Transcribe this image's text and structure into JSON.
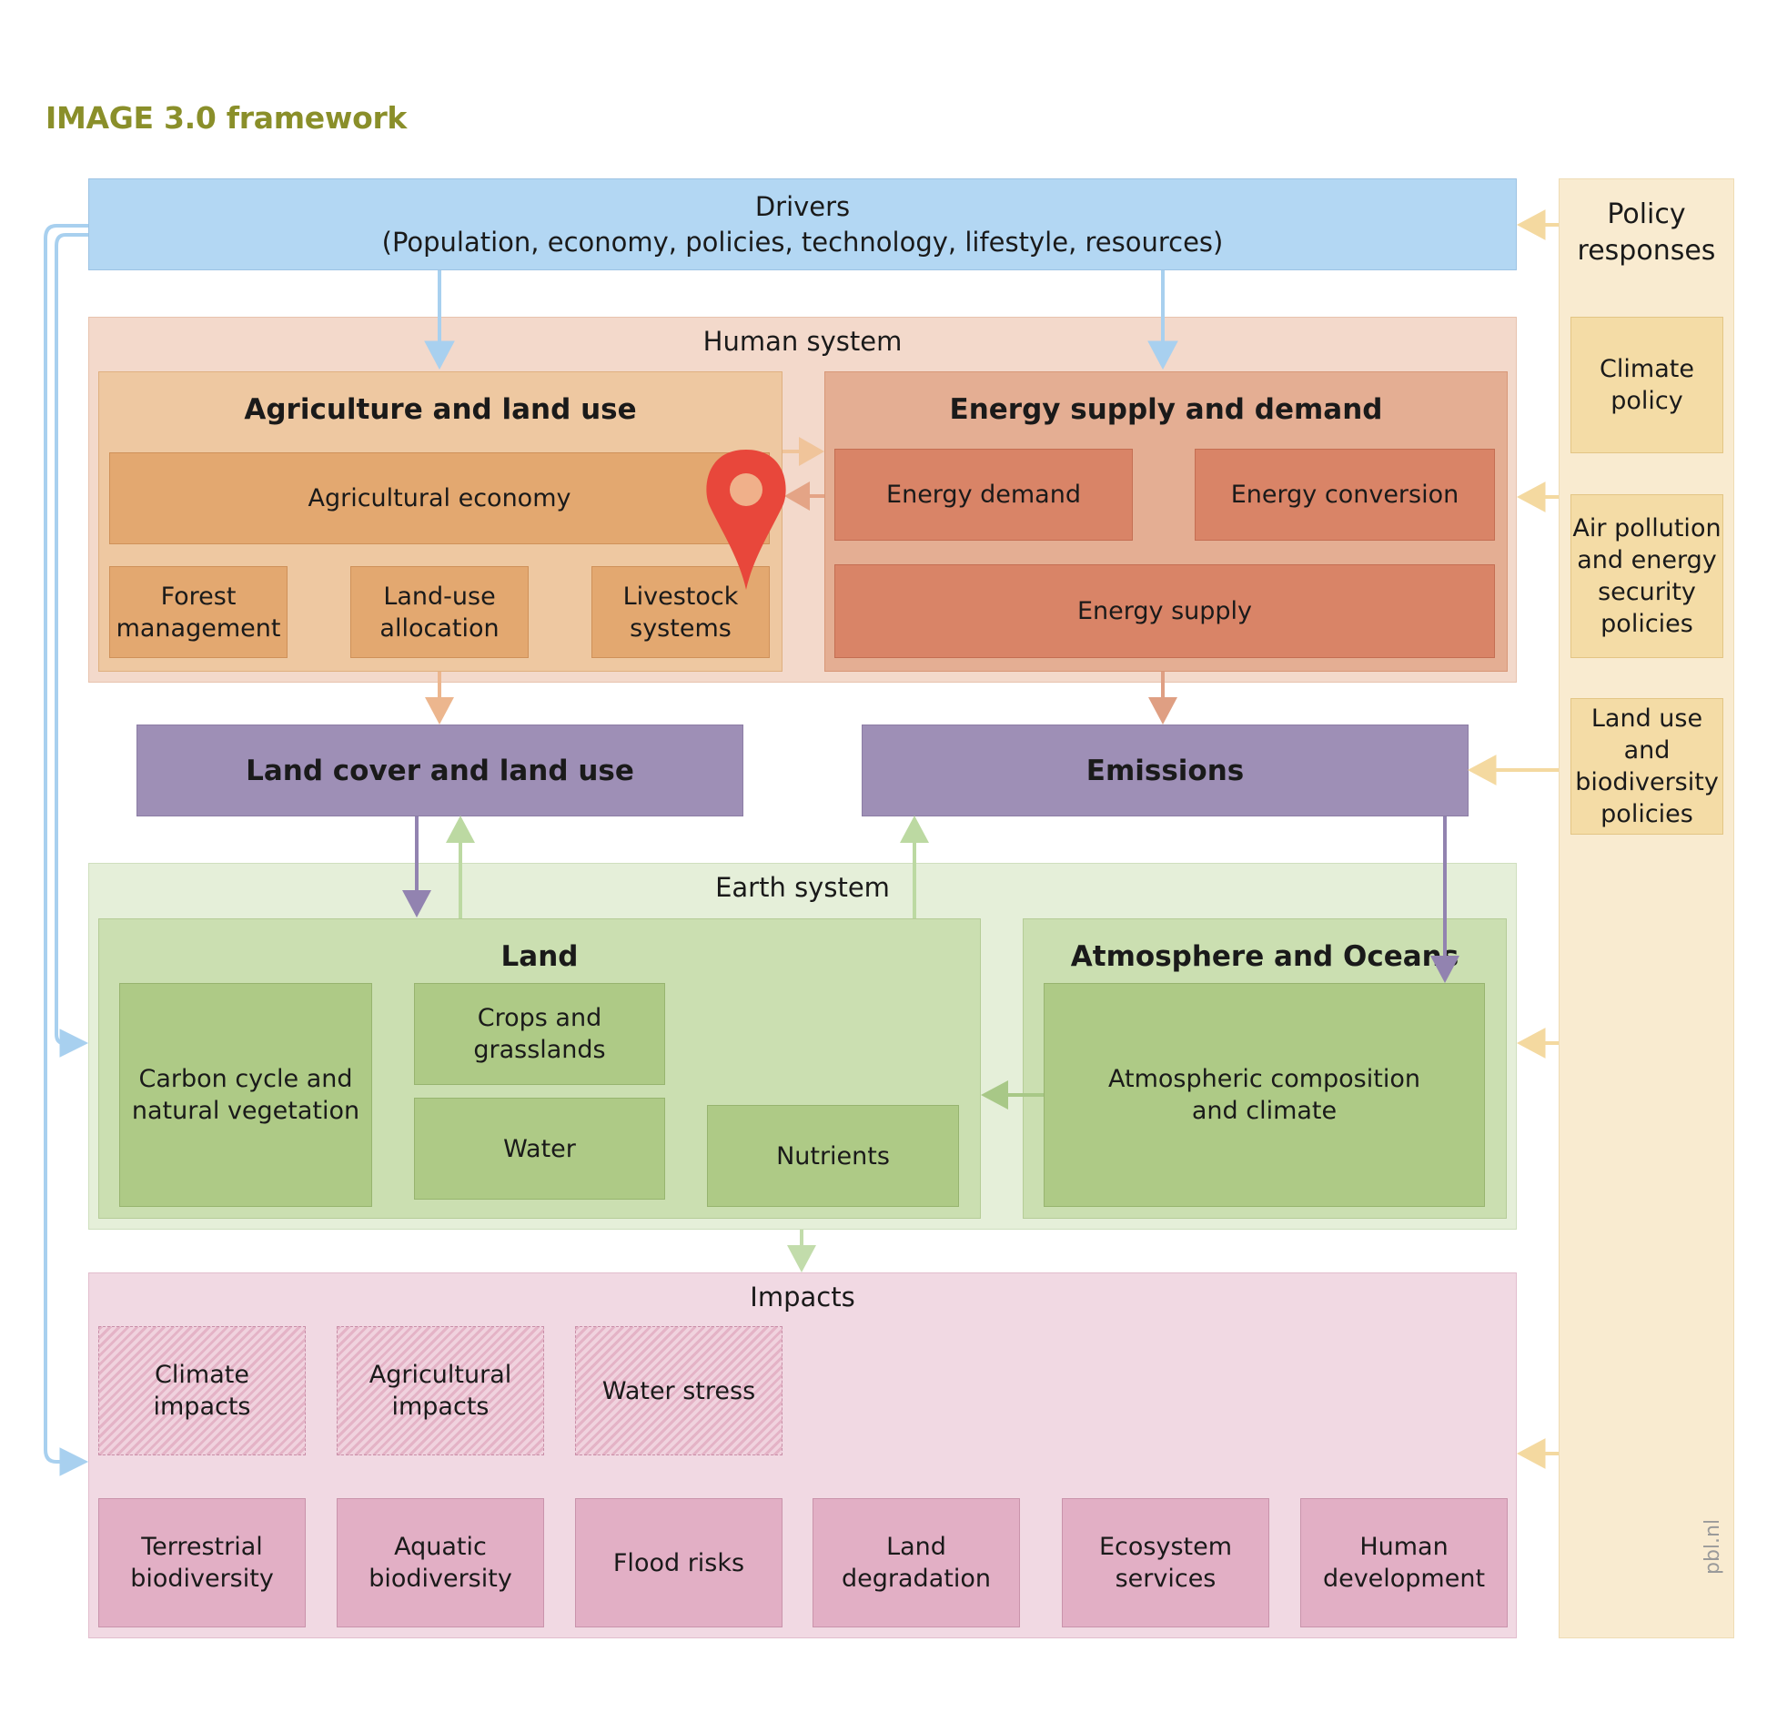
{
  "title": "IMAGE 3.0 framework",
  "drivers": {
    "line1": "Drivers",
    "line2": "(Population, economy, policies, technology, lifestyle, resources)"
  },
  "human_system": {
    "label": "Human system",
    "agriculture": {
      "title": "Agriculture and land use",
      "economy": "Agricultural economy",
      "forest": "Forest\nmanagement",
      "landuse_alloc": "Land-use\nallocation",
      "livestock": "Livestock\nsystems"
    },
    "energy": {
      "title": "Energy supply and demand",
      "demand": "Energy demand",
      "conversion": "Energy conversion",
      "supply": "Energy supply"
    }
  },
  "land_cover": "Land cover and land use",
  "emissions": "Emissions",
  "earth_system": {
    "label": "Earth system",
    "land": {
      "title": "Land",
      "carbon": "Carbon cycle and\nnatural vegetation",
      "crops": "Crops and grasslands",
      "water": "Water",
      "nutrients": "Nutrients"
    },
    "atmosphere": {
      "title": "Atmosphere and Oceans",
      "composition": "Atmospheric composition\nand climate"
    }
  },
  "impacts": {
    "label": "Impacts",
    "hatched": [
      "Climate\nimpacts",
      "Agricultural\nimpacts",
      "Water stress"
    ],
    "solid": [
      "Terrestrial\nbiodiversity",
      "Aquatic\nbiodiversity",
      "Flood risks",
      "Land\ndegradation",
      "Ecosystem\nservices",
      "Human\ndevelopment"
    ]
  },
  "policy": {
    "header": "Policy\nresponses",
    "climate": "Climate\npolicy",
    "air": "Air pollution\nand energy\nsecurity\npolicies",
    "landuse": "Land use and\nbiodiversity\npolicies"
  },
  "source": "pbl.nl",
  "colors": {
    "drivers": "#b3d7f3",
    "human": "#f3d9cb",
    "agriculture": "#e3a870",
    "energy": "#d98467",
    "purple": "#9e8fb6",
    "earth": "#aeca86",
    "impacts": "#e2afc5",
    "policy": "#f4dca6",
    "marker": "#e8473b"
  },
  "icons": [
    "map-pin-icon"
  ]
}
